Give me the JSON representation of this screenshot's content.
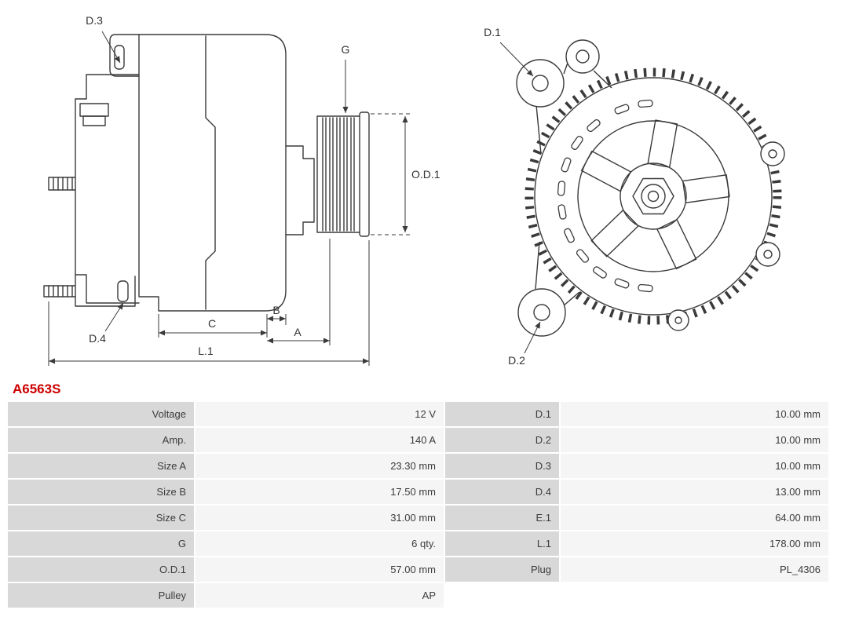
{
  "part_number": "A6563S",
  "colors": {
    "accent_red": "#cc0000",
    "line_color": "#3a3a3a",
    "label_cell_bg": "#d8d8d8",
    "value_cell_bg": "#f5f5f5"
  },
  "diagram": {
    "side_view": {
      "d3": "D.3",
      "g": "G",
      "od1": "O.D.1",
      "d4": "D.4",
      "c": "C",
      "b": "B",
      "a": "A",
      "l1": "L.1"
    },
    "rear_view": {
      "d1": "D.1",
      "d2": "D.2"
    }
  },
  "spec_table": {
    "rows": [
      {
        "l_label": "Voltage",
        "l_value": "12 V",
        "r_label": "D.1",
        "r_value": "10.00 mm"
      },
      {
        "l_label": "Amp.",
        "l_value": "140 A",
        "r_label": "D.2",
        "r_value": "10.00 mm"
      },
      {
        "l_label": "Size A",
        "l_value": "23.30 mm",
        "r_label": "D.3",
        "r_value": "10.00 mm"
      },
      {
        "l_label": "Size B",
        "l_value": "17.50 mm",
        "r_label": "D.4",
        "r_value": "13.00 mm"
      },
      {
        "l_label": "Size C",
        "l_value": "31.00 mm",
        "r_label": "E.1",
        "r_value": "64.00 mm"
      },
      {
        "l_label": "G",
        "l_value": "6 qty.",
        "r_label": "L.1",
        "r_value": "178.00 mm"
      },
      {
        "l_label": "O.D.1",
        "l_value": "57.00 mm",
        "r_label": "Plug",
        "r_value": "PL_4306"
      },
      {
        "l_label": "Pulley",
        "l_value": "AP",
        "r_label": "",
        "r_value": ""
      }
    ]
  }
}
